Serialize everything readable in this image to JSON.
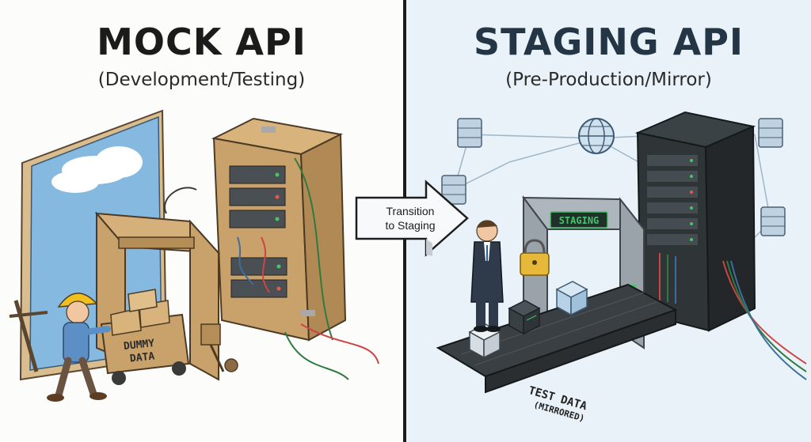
{
  "left_panel": {
    "title": "MOCK API",
    "subtitle": "(Development/Testing)",
    "cart_label_line1": "DUMMY",
    "cart_label_line2": "DATA"
  },
  "right_panel": {
    "title": "STAGING API",
    "subtitle": "(Pre-Production/Mirror)",
    "gate_sign": "STAGING",
    "conveyor_label_line1": "TEST DATA",
    "conveyor_label_line2": "(MIRRORED)"
  },
  "transition_arrow": {
    "label_line1": "Transition",
    "label_line2": "to Staging"
  },
  "icons": {
    "left": [
      "backdrop-sky-icon",
      "cardboard-server-rack-icon",
      "cardboard-gate-icon",
      "worker-hardhat-icon",
      "cart-icon"
    ],
    "right": [
      "server-icon",
      "globe-icon",
      "server-rack-icon",
      "businessman-icon",
      "padlock-icon",
      "conveyor-belt-icon",
      "data-cube-icon"
    ]
  },
  "colors": {
    "cardboard": "#c9a26b",
    "sky": "#7fb4dc",
    "server_dark": "#2f3437",
    "accent_green": "#47c36c",
    "right_bg": "#e9f2f8",
    "divider": "#1c1c1c"
  }
}
